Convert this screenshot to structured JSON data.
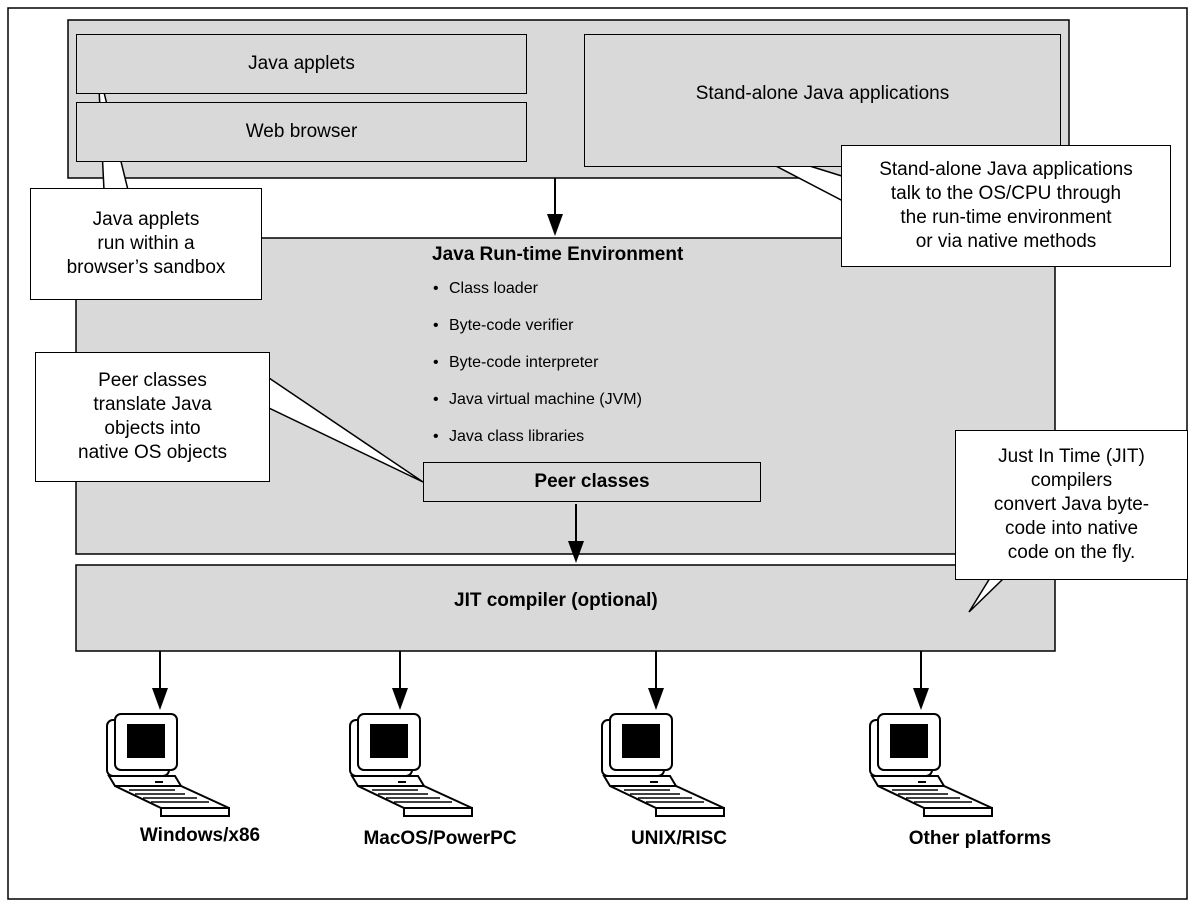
{
  "top_layer": {
    "applets_label": "Java applets",
    "browser_label": "Web browser",
    "standalone_label": "Stand-alone Java applications"
  },
  "jre": {
    "title": "Java Run-time Environment",
    "components": [
      "Class loader",
      "Byte-code verifier",
      "Byte-code interpreter",
      "Java virtual machine (JVM)",
      "Java class libraries"
    ],
    "peer_classes_label": "Peer classes"
  },
  "jit": {
    "label": "JIT compiler (optional)"
  },
  "callouts": {
    "applets": "Java applets\nrun  within a\nbrowser’s sandbox",
    "standalone": "Stand-alone Java applications\ntalk to the OS/CPU through\nthe run-time environment\nor via native methods",
    "peer": "Peer classes\ntranslate Java\nobjects into\nnative OS objects",
    "jit": "Just In Time (JIT)\ncompilers\nconvert Java byte-\ncode into native\ncode on the fly."
  },
  "platforms": [
    "Windows/x86",
    "MacOS/PowerPC",
    "UNIX/RISC",
    "Other platforms"
  ],
  "icons": {
    "platform_icon": "desktop-computer-icon"
  }
}
